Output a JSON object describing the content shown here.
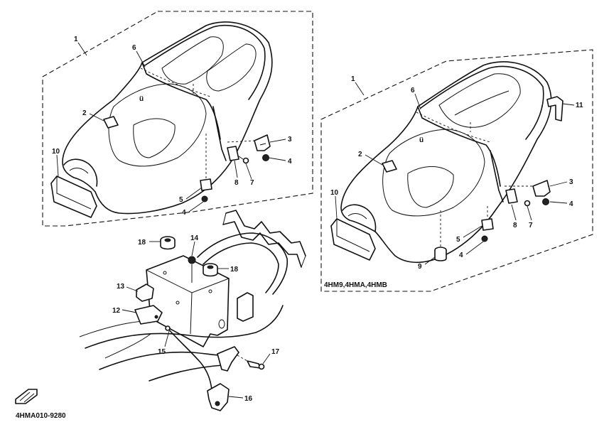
{
  "diagram": {
    "drawing_code": "4HMA010-9280",
    "variant_note": "4HM9,4HMA,4HMB",
    "callouts_left": {
      "c1": "1",
      "c2": "2",
      "c3": "3",
      "c4a": "4",
      "c4b": "4",
      "c5": "5",
      "c6": "6",
      "c7": "7",
      "c8": "8",
      "c10": "10"
    },
    "callouts_right": {
      "c1": "1",
      "c2": "2",
      "c3": "3",
      "c4a": "4",
      "c4b": "4",
      "c5": "5",
      "c6": "6",
      "c7": "7",
      "c8": "8",
      "c9": "9",
      "c10": "10",
      "c11": "11"
    },
    "callouts_frame": {
      "c12": "12",
      "c13": "13",
      "c14": "14",
      "c15": "15",
      "c16": "16",
      "c17": "17",
      "c18a": "18",
      "c18b": "18"
    }
  }
}
